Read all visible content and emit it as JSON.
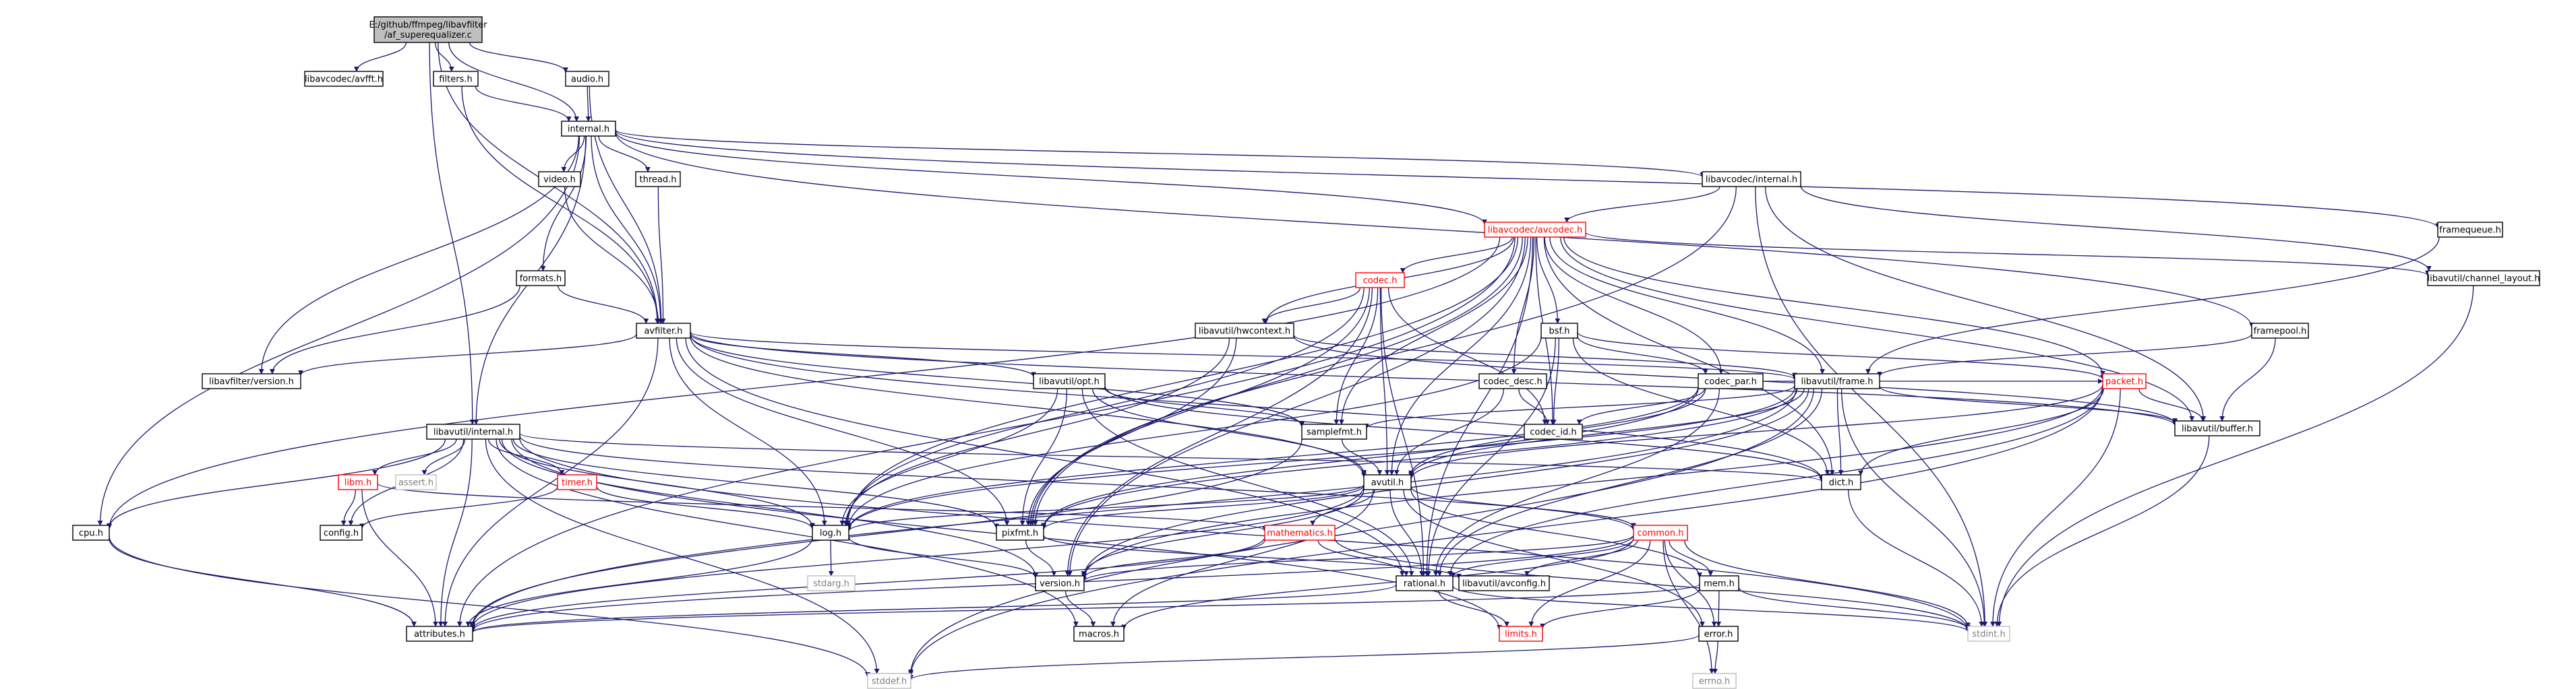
{
  "diagram": {
    "colors": {
      "edge": "#191970",
      "border_black": "#000000",
      "border_red": "#ff0000",
      "border_gray": "#bfbfbf",
      "root_fill": "#bfbfbf",
      "text_black": "#000000",
      "text_red": "#ff0000",
      "text_gray": "#808080"
    },
    "nodes": [
      {
        "id": "root",
        "lines": [
          "E:/github/ffmpeg/libavfilter",
          "/af_superequalizer.c"
        ],
        "style": "root"
      },
      {
        "id": "avfft",
        "lines": [
          "libavcodec/avfft.h"
        ],
        "style": "normal"
      },
      {
        "id": "filters",
        "lines": [
          "filters.h"
        ],
        "style": "normal"
      },
      {
        "id": "audio",
        "lines": [
          "audio.h"
        ],
        "style": "normal"
      },
      {
        "id": "internal",
        "lines": [
          "internal.h"
        ],
        "style": "normal"
      },
      {
        "id": "video",
        "lines": [
          "video.h"
        ],
        "style": "normal"
      },
      {
        "id": "thread",
        "lines": [
          "thread.h"
        ],
        "style": "normal"
      },
      {
        "id": "lavc_internal",
        "lines": [
          "libavcodec/internal.h"
        ],
        "style": "normal"
      },
      {
        "id": "framequeue",
        "lines": [
          "framequeue.h"
        ],
        "style": "normal"
      },
      {
        "id": "avcodec",
        "lines": [
          "libavcodec/avcodec.h"
        ],
        "style": "red"
      },
      {
        "id": "channel_layout",
        "lines": [
          "libavutil/channel_layout.h"
        ],
        "style": "normal"
      },
      {
        "id": "codec",
        "lines": [
          "codec.h"
        ],
        "style": "red"
      },
      {
        "id": "formats",
        "lines": [
          "formats.h"
        ],
        "style": "normal"
      },
      {
        "id": "avfilter",
        "lines": [
          "avfilter.h"
        ],
        "style": "normal"
      },
      {
        "id": "hwcontext",
        "lines": [
          "libavutil/hwcontext.h"
        ],
        "style": "normal"
      },
      {
        "id": "bsf",
        "lines": [
          "bsf.h"
        ],
        "style": "normal"
      },
      {
        "id": "framepool",
        "lines": [
          "framepool.h"
        ],
        "style": "normal"
      },
      {
        "id": "lavfi_version",
        "lines": [
          "libavfilter/version.h"
        ],
        "style": "normal"
      },
      {
        "id": "opt",
        "lines": [
          "libavutil/opt.h"
        ],
        "style": "normal"
      },
      {
        "id": "codec_desc",
        "lines": [
          "codec_desc.h"
        ],
        "style": "normal"
      },
      {
        "id": "codec_par",
        "lines": [
          "codec_par.h"
        ],
        "style": "normal"
      },
      {
        "id": "frame",
        "lines": [
          "libavutil/frame.h"
        ],
        "style": "normal"
      },
      {
        "id": "packet",
        "lines": [
          "packet.h"
        ],
        "style": "red"
      },
      {
        "id": "buffer",
        "lines": [
          "libavutil/buffer.h"
        ],
        "style": "normal"
      },
      {
        "id": "lavu_internal",
        "lines": [
          "libavutil/internal.h"
        ],
        "style": "normal"
      },
      {
        "id": "samplefmt",
        "lines": [
          "samplefmt.h"
        ],
        "style": "normal"
      },
      {
        "id": "codec_id",
        "lines": [
          "codec_id.h"
        ],
        "style": "normal"
      },
      {
        "id": "libm",
        "lines": [
          "libm.h"
        ],
        "style": "red"
      },
      {
        "id": "assert",
        "lines": [
          "assert.h"
        ],
        "style": "gray"
      },
      {
        "id": "timer",
        "lines": [
          "timer.h"
        ],
        "style": "red"
      },
      {
        "id": "avutil",
        "lines": [
          "avutil.h"
        ],
        "style": "normal"
      },
      {
        "id": "dict",
        "lines": [
          "dict.h"
        ],
        "style": "normal"
      },
      {
        "id": "cpu",
        "lines": [
          "cpu.h"
        ],
        "style": "normal"
      },
      {
        "id": "config",
        "lines": [
          "config.h"
        ],
        "style": "normal"
      },
      {
        "id": "log",
        "lines": [
          "log.h"
        ],
        "style": "normal"
      },
      {
        "id": "pixfmt",
        "lines": [
          "pixfmt.h"
        ],
        "style": "normal"
      },
      {
        "id": "mathematics",
        "lines": [
          "mathematics.h"
        ],
        "style": "red"
      },
      {
        "id": "common",
        "lines": [
          "common.h"
        ],
        "style": "red"
      },
      {
        "id": "stdarg",
        "lines": [
          "stdarg.h"
        ],
        "style": "gray"
      },
      {
        "id": "version",
        "lines": [
          "version.h"
        ],
        "style": "normal"
      },
      {
        "id": "rational",
        "lines": [
          "rational.h"
        ],
        "style": "normal"
      },
      {
        "id": "avconfig",
        "lines": [
          "libavutil/avconfig.h"
        ],
        "style": "normal"
      },
      {
        "id": "mem",
        "lines": [
          "mem.h"
        ],
        "style": "normal"
      },
      {
        "id": "attributes",
        "lines": [
          "attributes.h"
        ],
        "style": "normal"
      },
      {
        "id": "macros",
        "lines": [
          "macros.h"
        ],
        "style": "normal"
      },
      {
        "id": "limits",
        "lines": [
          "limits.h"
        ],
        "style": "red"
      },
      {
        "id": "stdint",
        "lines": [
          "stdint.h"
        ],
        "style": "gray"
      },
      {
        "id": "error",
        "lines": [
          "error.h"
        ],
        "style": "normal"
      },
      {
        "id": "stddef",
        "lines": [
          "stddef.h"
        ],
        "style": "gray"
      },
      {
        "id": "errno",
        "lines": [
          "errno.h"
        ],
        "style": "gray"
      }
    ],
    "edges": [
      [
        "root",
        "avfft"
      ],
      [
        "root",
        "filters"
      ],
      [
        "root",
        "audio"
      ],
      [
        "root",
        "internal"
      ],
      [
        "root",
        "avfilter"
      ],
      [
        "root",
        "lavu_internal"
      ],
      [
        "filters",
        "internal"
      ],
      [
        "filters",
        "avfilter"
      ],
      [
        "audio",
        "internal"
      ],
      [
        "audio",
        "avfilter"
      ],
      [
        "internal",
        "video"
      ],
      [
        "internal",
        "thread"
      ],
      [
        "internal",
        "lavc_internal"
      ],
      [
        "internal",
        "framequeue"
      ],
      [
        "internal",
        "avcodec"
      ],
      [
        "internal",
        "formats"
      ],
      [
        "internal",
        "avfilter"
      ],
      [
        "internal",
        "lavfi_version"
      ],
      [
        "internal",
        "framepool"
      ],
      [
        "internal",
        "lavu_internal"
      ],
      [
        "internal",
        "cpu"
      ],
      [
        "video",
        "avfilter"
      ],
      [
        "thread",
        "avfilter"
      ],
      [
        "lavc_internal",
        "avcodec"
      ],
      [
        "lavc_internal",
        "buffer"
      ],
      [
        "lavc_internal",
        "channel_layout"
      ],
      [
        "lavc_internal",
        "pixfmt"
      ],
      [
        "lavc_internal",
        "stdint"
      ],
      [
        "framequeue",
        "frame"
      ],
      [
        "framepool",
        "frame"
      ],
      [
        "framepool",
        "buffer"
      ],
      [
        "avcodec",
        "codec"
      ],
      [
        "avcodec",
        "hwcontext"
      ],
      [
        "avcodec",
        "bsf"
      ],
      [
        "avcodec",
        "codec_desc"
      ],
      [
        "avcodec",
        "codec_par"
      ],
      [
        "avcodec",
        "frame"
      ],
      [
        "avcodec",
        "packet"
      ],
      [
        "avcodec",
        "buffer"
      ],
      [
        "avcodec",
        "samplefmt"
      ],
      [
        "avcodec",
        "codec_id"
      ],
      [
        "avcodec",
        "avutil"
      ],
      [
        "avcodec",
        "dict"
      ],
      [
        "avcodec",
        "log"
      ],
      [
        "avcodec",
        "pixfmt"
      ],
      [
        "avcodec",
        "rational"
      ],
      [
        "avcodec",
        "attributes"
      ],
      [
        "avcodec",
        "version"
      ],
      [
        "avcodec",
        "channel_layout"
      ],
      [
        "avcodec",
        "cpu"
      ],
      [
        "codec",
        "hwcontext"
      ],
      [
        "codec",
        "samplefmt"
      ],
      [
        "codec",
        "codec_id"
      ],
      [
        "codec",
        "avutil"
      ],
      [
        "codec",
        "log"
      ],
      [
        "codec",
        "pixfmt"
      ],
      [
        "codec",
        "rational"
      ],
      [
        "codec",
        "version"
      ],
      [
        "formats",
        "avfilter"
      ],
      [
        "formats",
        "lavfi_version"
      ],
      [
        "avfilter",
        "lavfi_version"
      ],
      [
        "avfilter",
        "opt"
      ],
      [
        "avfilter",
        "frame"
      ],
      [
        "avfilter",
        "buffer"
      ],
      [
        "avfilter",
        "samplefmt"
      ],
      [
        "avfilter",
        "dict"
      ],
      [
        "avfilter",
        "log"
      ],
      [
        "avfilter",
        "pixfmt"
      ],
      [
        "avfilter",
        "rational"
      ],
      [
        "avfilter",
        "attributes"
      ],
      [
        "avfilter",
        "avutil"
      ],
      [
        "hwcontext",
        "frame"
      ],
      [
        "hwcontext",
        "buffer"
      ],
      [
        "hwcontext",
        "log"
      ],
      [
        "hwcontext",
        "pixfmt"
      ],
      [
        "bsf",
        "packet"
      ],
      [
        "bsf",
        "codec_id"
      ],
      [
        "bsf",
        "codec_par"
      ],
      [
        "bsf",
        "dict"
      ],
      [
        "bsf",
        "log"
      ],
      [
        "bsf",
        "rational"
      ],
      [
        "opt",
        "samplefmt"
      ],
      [
        "opt",
        "dict"
      ],
      [
        "opt",
        "log"
      ],
      [
        "opt",
        "pixfmt"
      ],
      [
        "opt",
        "rational"
      ],
      [
        "opt",
        "avutil"
      ],
      [
        "codec_desc",
        "codec_id"
      ],
      [
        "codec_desc",
        "avutil"
      ],
      [
        "codec_par",
        "codec_id"
      ],
      [
        "codec_par",
        "avutil"
      ],
      [
        "codec_par",
        "pixfmt"
      ],
      [
        "codec_par",
        "rational"
      ],
      [
        "codec_par",
        "packet"
      ],
      [
        "codec_par",
        "log"
      ],
      [
        "frame",
        "buffer"
      ],
      [
        "frame",
        "dict"
      ],
      [
        "frame",
        "avutil"
      ],
      [
        "frame",
        "pixfmt"
      ],
      [
        "frame",
        "rational"
      ],
      [
        "frame",
        "samplefmt"
      ],
      [
        "frame",
        "version"
      ],
      [
        "frame",
        "stdint"
      ],
      [
        "frame",
        "stddef"
      ],
      [
        "frame",
        "log"
      ],
      [
        "frame",
        "attributes"
      ],
      [
        "packet",
        "buffer"
      ],
      [
        "packet",
        "dict"
      ],
      [
        "packet",
        "rational"
      ],
      [
        "packet",
        "avutil"
      ],
      [
        "packet",
        "stdint"
      ],
      [
        "packet",
        "stddef"
      ],
      [
        "packet",
        "version"
      ],
      [
        "lavu_internal",
        "libm"
      ],
      [
        "lavu_internal",
        "assert"
      ],
      [
        "lavu_internal",
        "timer"
      ],
      [
        "lavu_internal",
        "config"
      ],
      [
        "lavu_internal",
        "cpu"
      ],
      [
        "lavu_internal",
        "dict"
      ],
      [
        "lavu_internal",
        "log"
      ],
      [
        "lavu_internal",
        "pixfmt"
      ],
      [
        "lavu_internal",
        "attributes"
      ],
      [
        "lavu_internal",
        "macros"
      ],
      [
        "lavu_internal",
        "version"
      ],
      [
        "lavu_internal",
        "common"
      ],
      [
        "lavu_internal",
        "stddef"
      ],
      [
        "lavu_internal",
        "stdint"
      ],
      [
        "lavu_internal",
        "limits"
      ],
      [
        "samplefmt",
        "avutil"
      ],
      [
        "samplefmt",
        "attributes"
      ],
      [
        "libm",
        "config"
      ],
      [
        "libm",
        "attributes"
      ],
      [
        "libm",
        "mathematics"
      ],
      [
        "timer",
        "config"
      ],
      [
        "timer",
        "log"
      ],
      [
        "avutil",
        "log"
      ],
      [
        "avutil",
        "pixfmt"
      ],
      [
        "avutil",
        "mathematics"
      ],
      [
        "avutil",
        "common"
      ],
      [
        "avutil",
        "error"
      ],
      [
        "avutil",
        "rational"
      ],
      [
        "avutil",
        "version"
      ],
      [
        "avutil",
        "macros"
      ],
      [
        "avutil",
        "mem"
      ],
      [
        "avutil",
        "attributes"
      ],
      [
        "dict",
        "stdint"
      ],
      [
        "cpu",
        "attributes"
      ],
      [
        "cpu",
        "stddef"
      ],
      [
        "log",
        "stdarg"
      ],
      [
        "log",
        "attributes"
      ],
      [
        "log",
        "version"
      ],
      [
        "pixfmt",
        "avconfig"
      ],
      [
        "pixfmt",
        "version"
      ],
      [
        "mathematics",
        "version"
      ],
      [
        "mathematics",
        "rational"
      ],
      [
        "mathematics",
        "stdint"
      ],
      [
        "mathematics",
        "attributes"
      ],
      [
        "common",
        "attributes"
      ],
      [
        "common",
        "macros"
      ],
      [
        "common",
        "version"
      ],
      [
        "common",
        "errno"
      ],
      [
        "common",
        "limits"
      ],
      [
        "common",
        "mem"
      ],
      [
        "common",
        "error"
      ],
      [
        "common",
        "stdint"
      ],
      [
        "common",
        "rational"
      ],
      [
        "common",
        "avconfig"
      ],
      [
        "rational",
        "attributes"
      ],
      [
        "rational",
        "limits"
      ],
      [
        "rational",
        "stdint"
      ],
      [
        "mem",
        "attributes"
      ],
      [
        "mem",
        "stdint"
      ],
      [
        "mem",
        "error"
      ],
      [
        "mem",
        "limits"
      ],
      [
        "version",
        "macros"
      ],
      [
        "error",
        "errno"
      ],
      [
        "error",
        "stddef"
      ],
      [
        "buffer",
        "stdint"
      ],
      [
        "channel_layout",
        "stdint"
      ]
    ]
  }
}
